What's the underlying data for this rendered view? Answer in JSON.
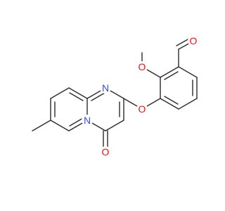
{
  "molecule": {
    "atom_labels": {
      "n_ring": "N",
      "n_bridge": "N",
      "o_carbonyl": "O",
      "o_ether": "O",
      "o_methoxy": "O",
      "o_aldehyde": "O"
    },
    "colors": {
      "bond": "#2b2b2b",
      "nitrogen": "#3050F8",
      "oxygen": "#FF0D0D"
    }
  }
}
